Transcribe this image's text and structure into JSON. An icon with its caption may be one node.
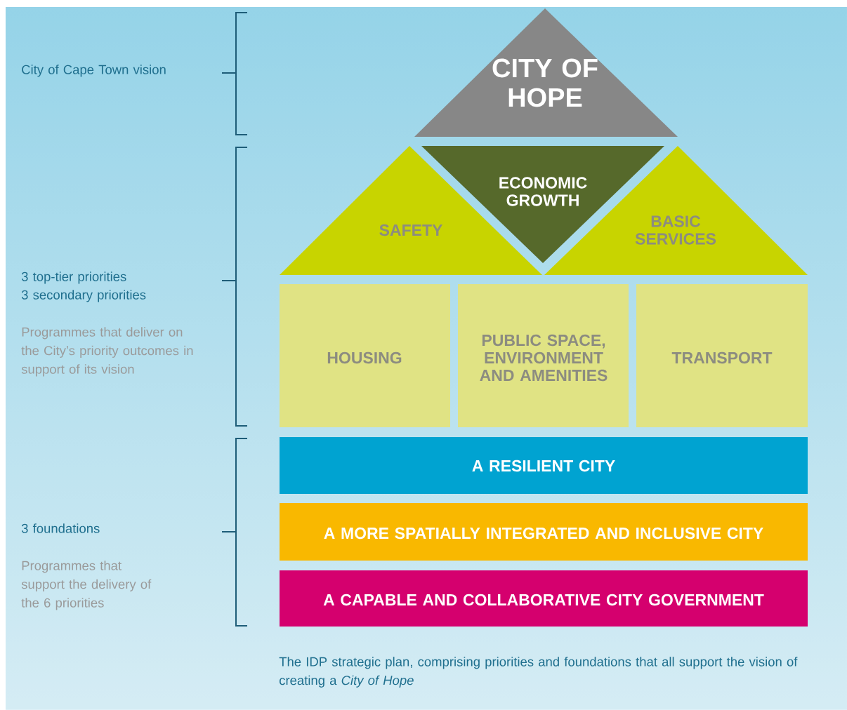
{
  "diagram": {
    "caption": "The IDP strategic plan, comprising priorities and foundations that all support the vision of creating a *City of Hope*",
    "nodes": [
      {
        "text": [
          "CITY OF HOPE"
        ]
      },
      {
        "text": [
          "SAFETY"
        ]
      },
      {
        "text": [
          "ECONOMIC GROWTH"
        ]
      },
      {
        "text": [
          "BASIC SERVICES"
        ]
      },
      {
        "text": [
          "HOUSING"
        ]
      },
      {
        "text": [
          "PUBLIC SPACE, ENVIRONMENT AND AMENITIES"
        ]
      },
      {
        "text": [
          "TRANSPORT"
        ]
      },
      {
        "text": [
          "A RESILIENT CITY"
        ]
      },
      {
        "text": [
          "A MORE SPATIALLY INTEGRATED AND INCLUSIVE CITY"
        ]
      },
      {
        "text": [
          "A CAPABLE AND COLLABORATIVE CITY GOVERNMENT"
        ]
      }
    ],
    "labels": [
      "City of Cape Town vision",
      "3 top-tier priorities",
      "3 secondary priorities",
      "Programmes that deliver on the City’s priority outcomes in support of its vision",
      "3 foundations",
      "Programmes that support the delivery of the 6 priorities"
    ]
  }
}
